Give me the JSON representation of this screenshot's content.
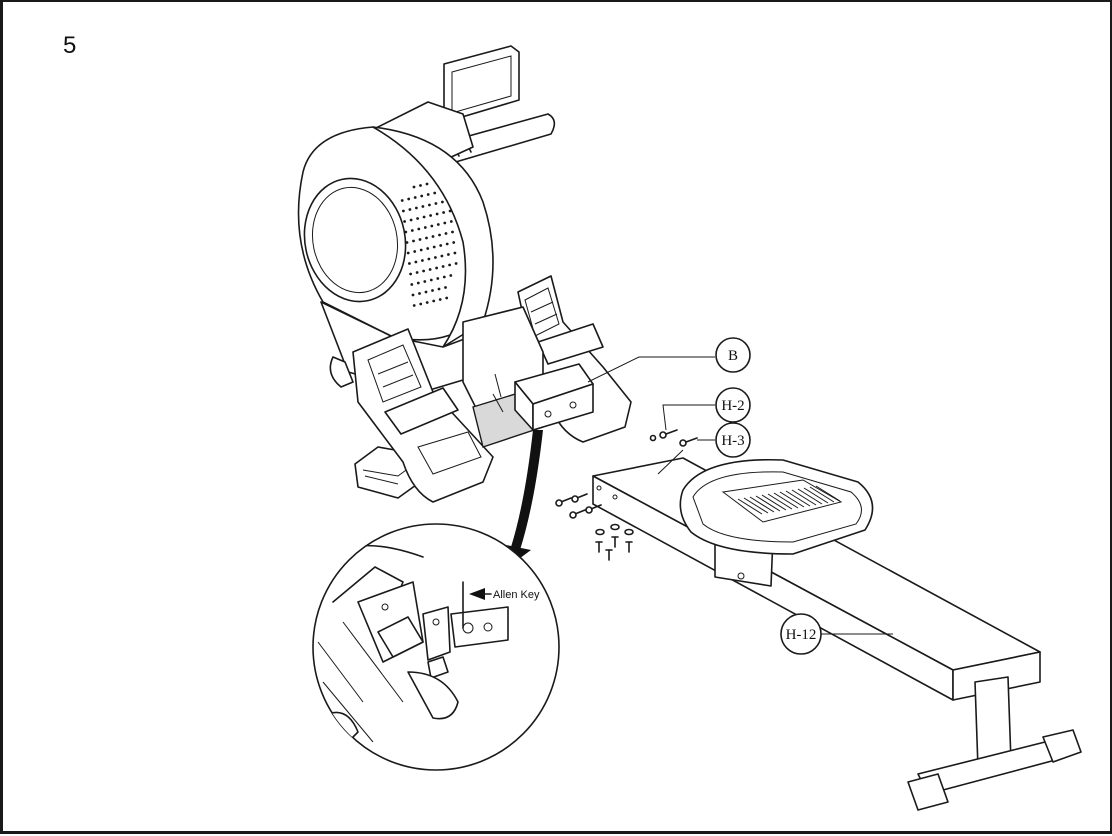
{
  "step": {
    "number": "5"
  },
  "callouts": {
    "b": "B",
    "h2": "H-2",
    "h3": "H-3",
    "h12": "H-12"
  },
  "detail": {
    "note": "Allen Key"
  }
}
